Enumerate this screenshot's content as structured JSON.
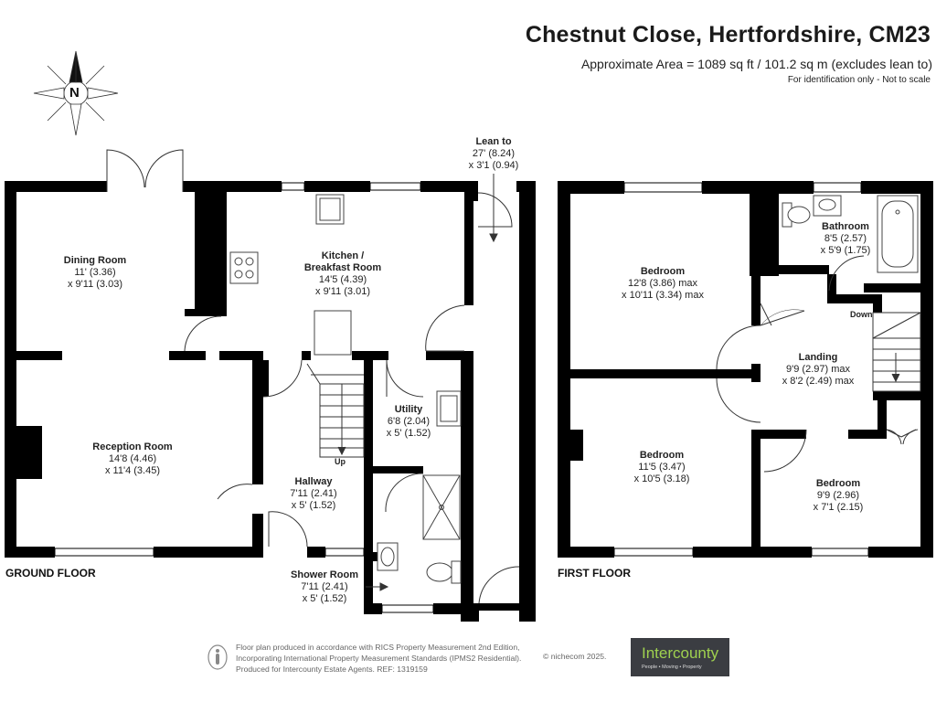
{
  "header": {
    "title": "Chestnut Close, Hertfordshire, CM23",
    "area": "Approximate Area = 1089 sq ft / 101.2 sq m (excludes lean to)",
    "note": "For identification only - Not to scale"
  },
  "compass": {
    "letter": "N"
  },
  "floors": {
    "ground": "GROUND FLOOR",
    "first": "FIRST FLOOR"
  },
  "ground_rooms": {
    "dining": {
      "name": "Dining Room",
      "d1": "11' (3.36)",
      "d2": "x 9'11 (3.03)"
    },
    "kitchen": {
      "name1": "Kitchen /",
      "name2": "Breakfast Room",
      "d1": "14'5 (4.39)",
      "d2": "x 9'11 (3.01)"
    },
    "leanto": {
      "name": "Lean to",
      "d1": "27' (8.24)",
      "d2": "x 3'1 (0.94)"
    },
    "reception": {
      "name": "Reception Room",
      "d1": "14'8 (4.46)",
      "d2": "x 11'4 (3.45)"
    },
    "utility": {
      "name": "Utility",
      "d1": "6'8 (2.04)",
      "d2": "x 5' (1.52)"
    },
    "hallway": {
      "name": "Hallway",
      "d1": "7'11 (2.41)",
      "d2": "x 5' (1.52)"
    },
    "shower": {
      "name": "Shower Room",
      "d1": "7'11 (2.41)",
      "d2": "x 5' (1.52)"
    },
    "stairs_label": "Up"
  },
  "first_rooms": {
    "bedroom1": {
      "name": "Bedroom",
      "d1": "12'8 (3.86) max",
      "d2": "x 10'11 (3.34) max"
    },
    "bathroom": {
      "name": "Bathroom",
      "d1": "8'5 (2.57)",
      "d2": "x 5'9 (1.75)"
    },
    "landing": {
      "name": "Landing",
      "d1": "9'9 (2.97) max",
      "d2": "x 8'2 (2.49) max"
    },
    "bedroom2": {
      "name": "Bedroom",
      "d1": "11'5 (3.47)",
      "d2": "x 10'5 (3.18)"
    },
    "bedroom3": {
      "name": "Bedroom",
      "d1": "9'9 (2.96)",
      "d2": "x 7'1 (2.15)"
    },
    "stairs_label": "Down"
  },
  "footer": {
    "line1": "Floor plan produced in accordance with RICS Property Measurement 2nd Edition,",
    "line2": "Incorporating International Property Measurement Standards (IPMS2 Residential).",
    "line3": "Produced for Intercounty Estate Agents.   REF:  1319159",
    "copyright": "© nichecom 2025.",
    "logo": "Intercounty",
    "logo_tagline": "People  •  Moving  •  Property"
  },
  "colors": {
    "wall": "#000000",
    "fixture": "#555555",
    "logo_bg": "#3b3d42",
    "logo_text": "#9fd14f"
  }
}
